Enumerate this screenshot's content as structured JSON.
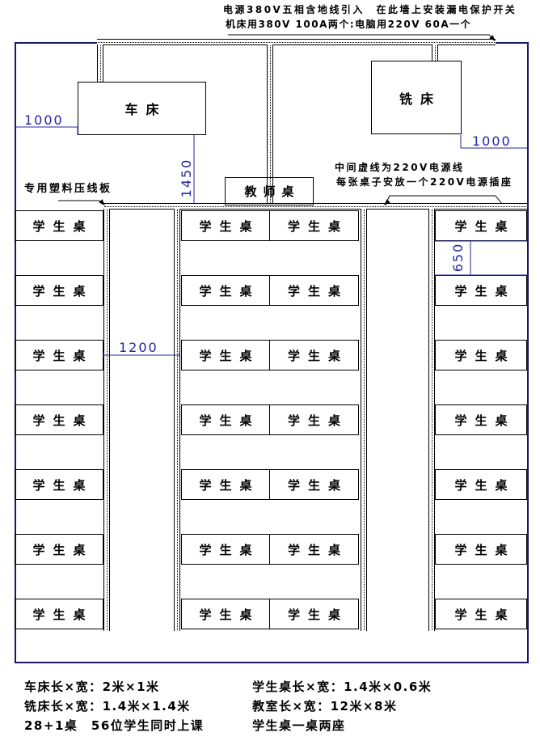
{
  "top_note": {
    "line1": "电源380V五相含地线引入　在此墙上安装漏电保护开关",
    "line2": "机床用380V 100A两个:电脑用220V 60A一个"
  },
  "wall_note": "专用塑料压线板",
  "power_note": {
    "line1": "中间虚线为220V电源线",
    "line2": "每张桌子安放一个220V电源插座"
  },
  "labels": {
    "lathe": "车床",
    "mill": "铣床",
    "teacher_desk": "教师桌",
    "student_desk": "学生桌"
  },
  "dims": {
    "left_1000": "1000",
    "right_1000": "1000",
    "v1450": "1450",
    "aisle_1200": "1200",
    "gap_650": "650"
  },
  "notes": {
    "r1l": "车床长×宽：2米×1米",
    "r1r": "学生桌长×宽：1.4米×0.6米",
    "r2l": "铣床长×宽：1.4米×1.4米",
    "r2r": "教室长×宽：12米×8米",
    "r3l": "28+1桌　56位学生同时上课",
    "r3r": "学生桌一桌两座"
  },
  "colors": {
    "wall": "#16166b",
    "dimension": "#2626a0",
    "line": "#000000"
  },
  "desk_columns": [
    {
      "id": "left",
      "desks": 7
    },
    {
      "id": "mid-left",
      "desks": 7
    },
    {
      "id": "mid-right",
      "desks": 7
    },
    {
      "id": "right",
      "desks": 7
    }
  ]
}
